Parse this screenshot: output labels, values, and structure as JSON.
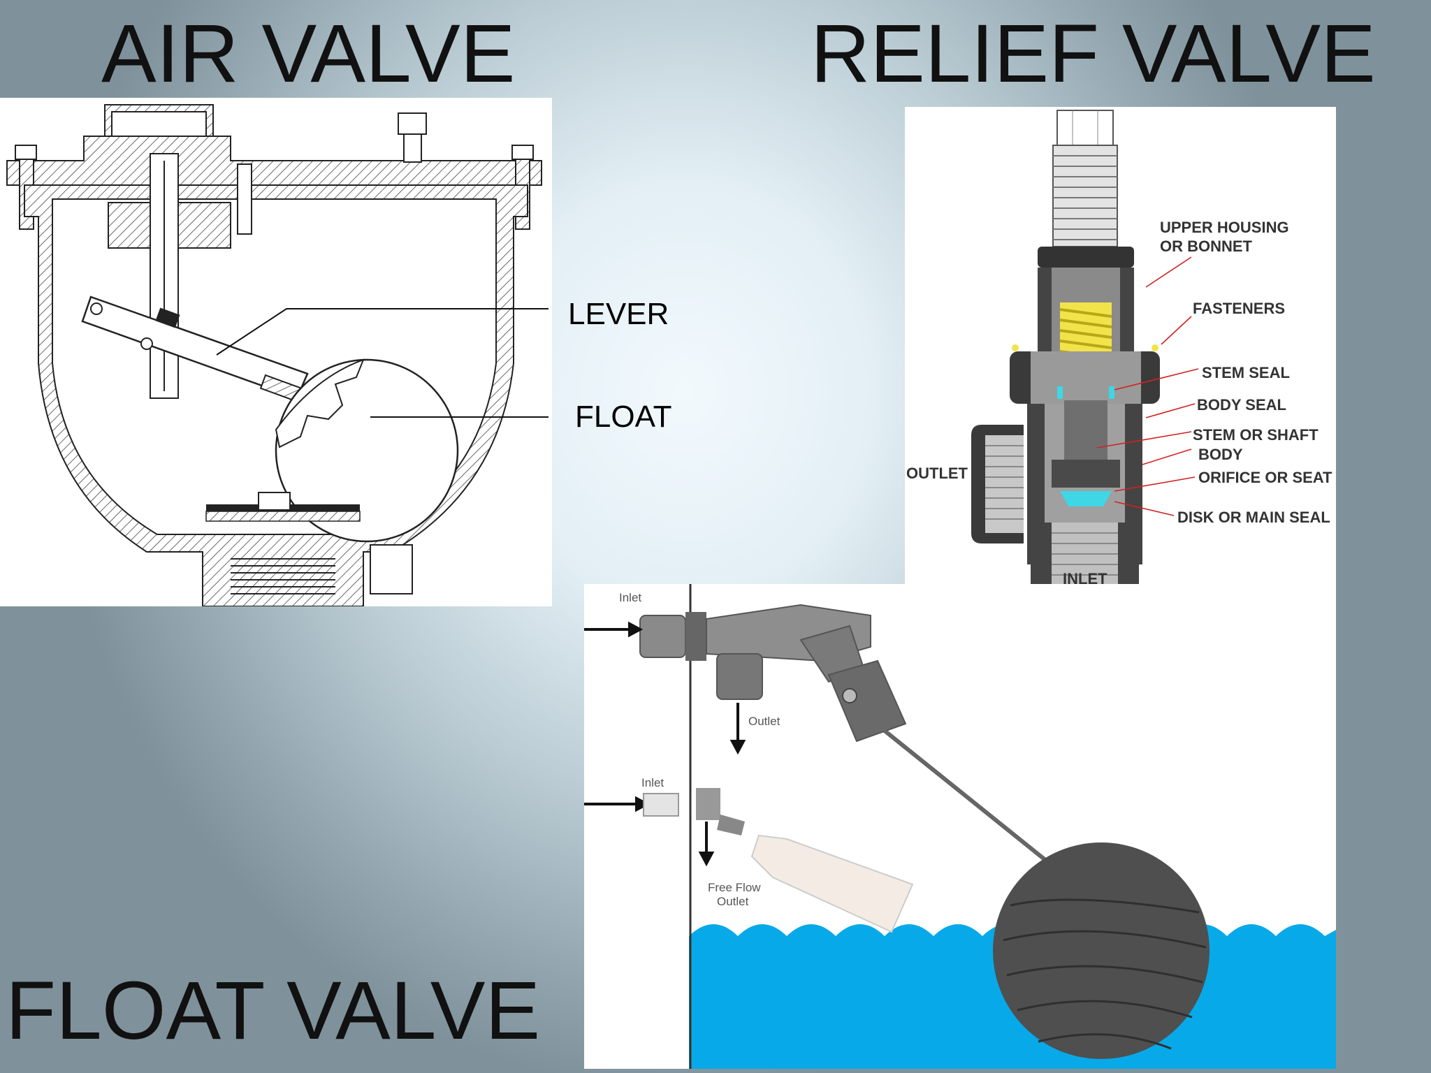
{
  "titles": {
    "air_valve": "AIR VALVE",
    "relief_valve": "RELIEF VALVE",
    "float_valve": "FLOAT VALVE"
  },
  "air_valve_labels": {
    "lever": "LEVER",
    "float": "FLOAT"
  },
  "relief_valve_labels": {
    "upper_housing_1": "UPPER HOUSING",
    "upper_housing_2": "OR BONNET",
    "fasteners": "FASTENERS",
    "stem_seal": "STEM SEAL",
    "body_seal": "BODY SEAL",
    "stem_or_shaft": "STEM OR SHAFT",
    "body": "BODY",
    "orifice_or_seat": "ORIFICE OR SEAT",
    "disk_or_main_seal": "DISK OR MAIN SEAL",
    "outlet": "OUTLET",
    "inlet": "INLET"
  },
  "float_valve_labels": {
    "inlet_top": "Inlet",
    "outlet": "Outlet",
    "inlet_lower": "Inlet",
    "free_flow_1": "Free Flow",
    "free_flow_2": "Outlet"
  },
  "colors": {
    "spring": "#f3e34a",
    "seal": "#3fd6e6",
    "water": "#08a9e8",
    "float_ball": "#4f4f4f",
    "arrows": "#d12222"
  }
}
